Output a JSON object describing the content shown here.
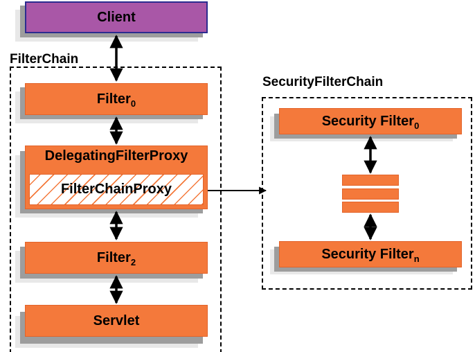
{
  "diagram": {
    "title": "Spring Security FilterChain / SecurityFilterChain",
    "colors": {
      "orange_fill": "#f4793b",
      "orange_stroke": "#e2632a",
      "purple_fill": "#a957a7",
      "purple_stroke": "#2b2b8f",
      "shadow_dark": "#9d9d9d",
      "shadow_light": "#e8e8e8",
      "line": "#000000"
    },
    "groups": [
      {
        "id": "filterchain",
        "label": "FilterChain"
      },
      {
        "id": "securityfilterchain",
        "label": "SecurityFilterChain"
      }
    ],
    "nodes": {
      "client": {
        "label": "Client",
        "sub": ""
      },
      "filter0": {
        "label": "Filter",
        "sub": "0"
      },
      "delegating": {
        "label": "DelegatingFilterProxy",
        "sub": ""
      },
      "filterchainproxy": {
        "label": "FilterChainProxy",
        "sub": ""
      },
      "filter2": {
        "label": "Filter",
        "sub": "2"
      },
      "servlet": {
        "label": "Servlet",
        "sub": ""
      },
      "securityfilter0": {
        "label": "Security Filter",
        "sub": "0"
      },
      "securityfiltern": {
        "label": "Security Filter",
        "sub": "n"
      }
    },
    "ellipsis_bars": {
      "count": 3,
      "meaning": "additional security filters"
    },
    "connectors": [
      {
        "id": "client-filter0",
        "from": "client",
        "to": "filter0",
        "type": "double-arrow"
      },
      {
        "id": "filter0-delegating",
        "from": "filter0",
        "to": "delegating",
        "type": "double-arrow"
      },
      {
        "id": "delegating-filter2",
        "from": "delegating",
        "to": "filter2",
        "type": "double-arrow"
      },
      {
        "id": "filter2-servlet",
        "from": "filter2",
        "to": "servlet",
        "type": "double-arrow"
      },
      {
        "id": "proxy-securitychain",
        "from": "filterchainproxy",
        "to": "securityfilterchain",
        "type": "single-arrow"
      },
      {
        "id": "secfilter0-bars",
        "from": "securityfilter0",
        "to": "ellipsis_bars",
        "type": "double-arrow"
      },
      {
        "id": "bars-secfiltern",
        "from": "ellipsis_bars",
        "to": "securityfiltern",
        "type": "double-arrow"
      }
    ]
  }
}
